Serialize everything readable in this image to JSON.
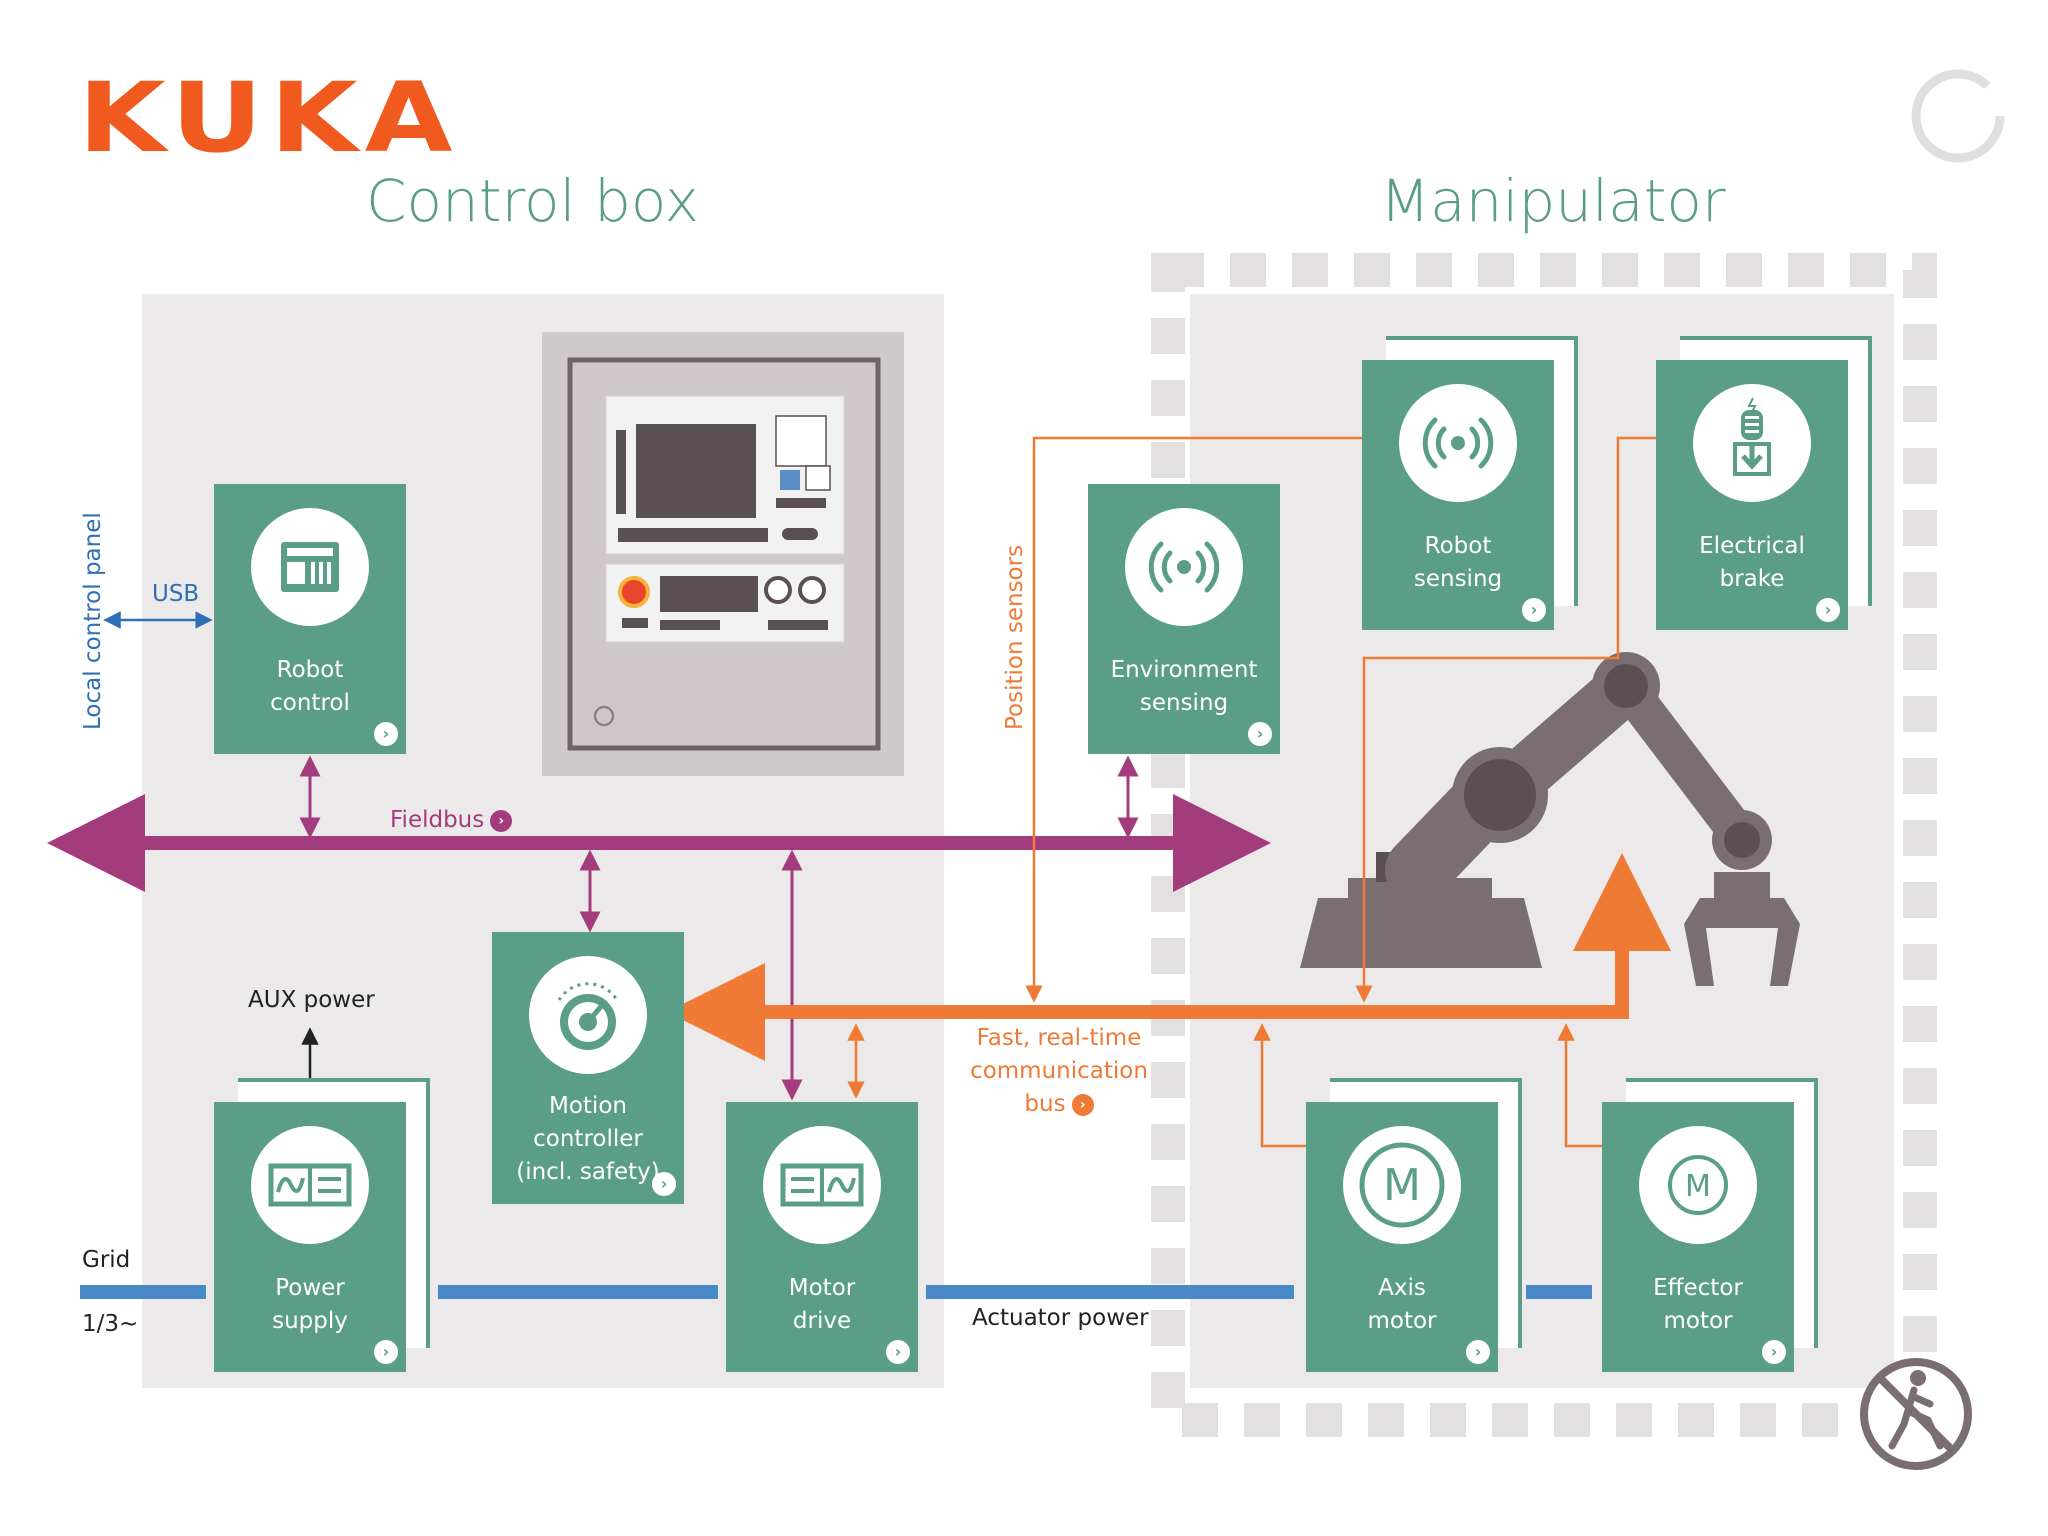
{
  "brand": {
    "logo": "KUKA"
  },
  "sections": {
    "control_box": "Control box",
    "manipulator": "Manipulator"
  },
  "components": {
    "robot_control": {
      "line1": "Robot",
      "line2": "control",
      "icon": "control-cabinet-icon"
    },
    "environment_sensing": {
      "line1": "Environment",
      "line2": "sensing",
      "icon": "wireless-signal-icon"
    },
    "robot_sensing": {
      "line1": "Robot",
      "line2": "sensing",
      "icon": "wireless-signal-icon"
    },
    "electrical_brake": {
      "line1": "Electrical",
      "line2": "brake",
      "icon": "brake-coil-icon"
    },
    "motion_controller": {
      "line1": "Motion",
      "line2": "controller",
      "line3": "(incl. safety)",
      "icon": "dial-gauge-icon"
    },
    "power_supply": {
      "line1": "Power",
      "line2": "supply",
      "icon": "ac-dc-converter-icon"
    },
    "motor_drive": {
      "line1": "Motor",
      "line2": "drive",
      "icon": "dc-ac-inverter-icon"
    },
    "axis_motor": {
      "line1": "Axis",
      "line2": "motor",
      "icon": "motor-m-icon"
    },
    "effector_motor": {
      "line1": "Effector",
      "line2": "motor",
      "icon": "motor-m-icon"
    }
  },
  "labels": {
    "usb": "USB",
    "local_control_panel": "Local control panel",
    "fieldbus": "Fieldbus",
    "position_sensors": "Position sensors",
    "aux_power": "AUX power",
    "grid": "Grid",
    "grid_phase": "1/3~",
    "actuator_power": "Actuator power",
    "rt_bus_line1": "Fast, real-time",
    "rt_bus_line2": "communication",
    "rt_bus_line3": "bus"
  },
  "icons": {
    "chevron": "chevron-right-icon",
    "loading": "loading-ring-icon",
    "no_entry": "no-pedestrian-icon"
  },
  "colors": {
    "brand_orange": "#f05a1e",
    "title_teal": "#5a9c86",
    "component_teal": "#5a9e88",
    "fieldbus_magenta": "#a33c7c",
    "rt_bus_orange": "#ef7a35",
    "power_blue": "#4a89c8",
    "usb_blue": "#2e6fb5",
    "panel_grey": "#ebe9ea",
    "robot_grey": "#7b6e73"
  }
}
